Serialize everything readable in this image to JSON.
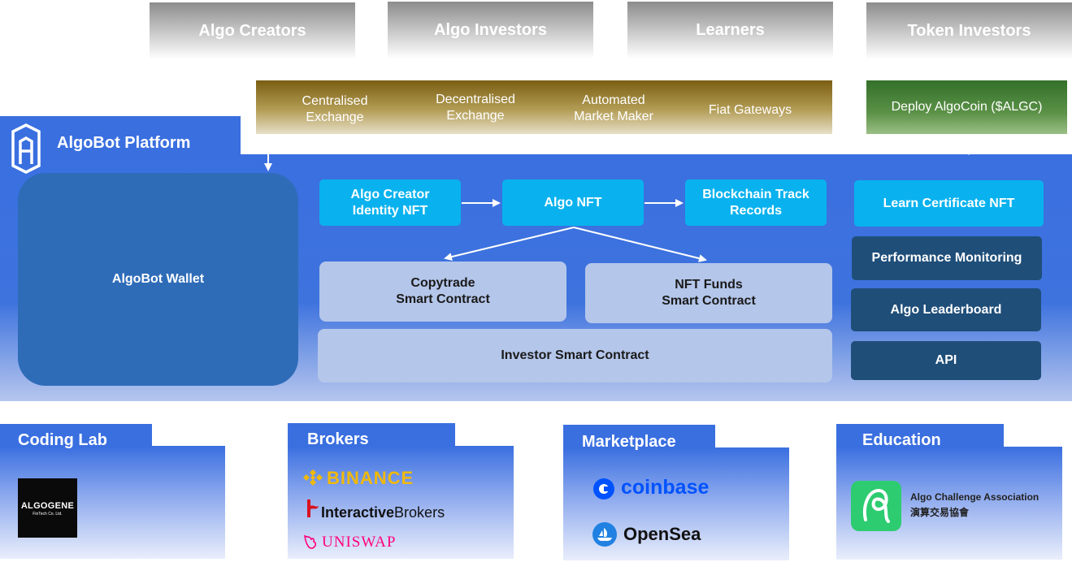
{
  "top_stakeholders": [
    "Algo Creators",
    "Algo Investors",
    "Learners",
    "Token Investors"
  ],
  "exchanges": [
    {
      "line1": "Centralised",
      "line2": "Exchange"
    },
    {
      "line1": "Decentralised",
      "line2": "Exchange"
    },
    {
      "line1": "Automated",
      "line2": "Market Maker"
    },
    {
      "line1": "Fiat Gateways",
      "line2": ""
    }
  ],
  "deploy_label": "Deploy AlgoCoin ($ALGC)",
  "platform": {
    "title": "AlgoBot Platform",
    "wallet": "AlgoBot Wallet",
    "identity_nft": {
      "line1": "Algo Creator",
      "line2": "Identity NFT"
    },
    "algo_nft": "Algo NFT",
    "blockchain_track": {
      "line1": "Blockchain Track",
      "line2": "Records"
    },
    "copytrade": {
      "line1": "Copytrade",
      "line2": "Smart Contract"
    },
    "nft_funds": {
      "line1": "NFT Funds",
      "line2": "Smart Contract"
    },
    "investor_contract": "Investor Smart Contract",
    "learn_certificate": "Learn Certificate NFT",
    "performance_monitoring": "Performance Monitoring",
    "leaderboard": "Algo Leaderboard",
    "api": "API"
  },
  "bottom_panels": {
    "coding_lab": {
      "title": "Coding Lab",
      "logo": "ALGOGENE",
      "logo_sub": "FinTech Co. Ltd."
    },
    "brokers": {
      "title": "Brokers",
      "binance": "BINANCE",
      "ib_bold": "Interactive",
      "ib_rest": "Brokers",
      "uniswap": "UNISWAP"
    },
    "marketplace": {
      "title": "Marketplace",
      "coinbase": "coinbase",
      "opensea": "OpenSea"
    },
    "education": {
      "title": "Education",
      "assoc_en": "Algo Challenge Association",
      "assoc_zh": "演算交易協會"
    }
  },
  "colors": {
    "platform_blue": "#3a6fe0",
    "cyan_box": "#09b2ee",
    "navy_box": "#1f4e79",
    "lavender_box": "#b4c6ea",
    "wallet_blue": "#2e6cb8",
    "exchange_brown": "#7a5e12",
    "deploy_green": "#33702a",
    "binance_gold": "#f0b90b",
    "coinbase_blue": "#0052ff",
    "opensea_blue": "#2081e2",
    "uniswap_pink": "#ff007a",
    "ib_red": "#d81222"
  },
  "icons": [
    "algobot-logo-icon",
    "binance-diamond-icon",
    "interactive-brokers-flag-icon",
    "uniswap-unicorn-icon",
    "coinbase-c-icon",
    "opensea-boat-icon",
    "algo-challenge-logo-icon"
  ]
}
